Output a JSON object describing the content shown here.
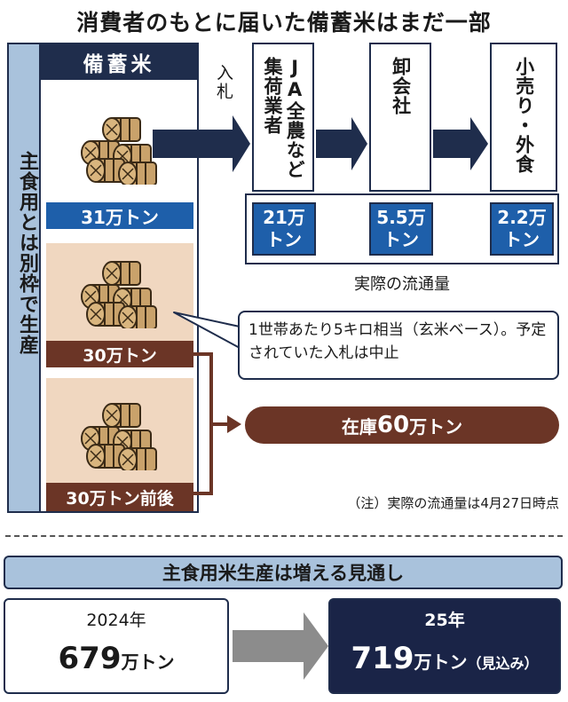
{
  "title": "消費者のもとに届いた備蓄米はまだ一部",
  "side_label": "主食用とは別枠で生産",
  "reserve": {
    "header": "備蓄米",
    "amounts": [
      "31万トン",
      "30万トン",
      "30万トン前後"
    ]
  },
  "flow": {
    "bid_label": "入札",
    "stages": [
      "JA全農など集荷業者",
      "卸会社",
      "小売り・外食"
    ],
    "amounts": [
      {
        "num": "21万",
        "unit": "トン"
      },
      {
        "num": "5.5万",
        "unit": "トン"
      },
      {
        "num": "2.2万",
        "unit": "トン"
      }
    ],
    "caption": "実際の流通量"
  },
  "callout": "1世帯あたり5キロ相当（玄米ベース）。予定されていた入札は中止",
  "stock": {
    "prefix": "在庫",
    "num": "60",
    "suffix": "万トン"
  },
  "note": "（注）実際の流通量は4月27日時点",
  "outlook": {
    "title": "主食用米生産は増える見通し",
    "from": {
      "year": "2024年",
      "num": "679",
      "unit": "万トン"
    },
    "to": {
      "year": "25年",
      "num": "719",
      "unit": "万トン",
      "note": "（見込み）"
    }
  },
  "colors": {
    "navy": "#1f2d4c",
    "blue": "#1e5faa",
    "brown": "#6b3526",
    "pink": "#f0d7c0",
    "light_blue": "#a9c2dc",
    "gray_arrow": "#8c8c8c"
  }
}
